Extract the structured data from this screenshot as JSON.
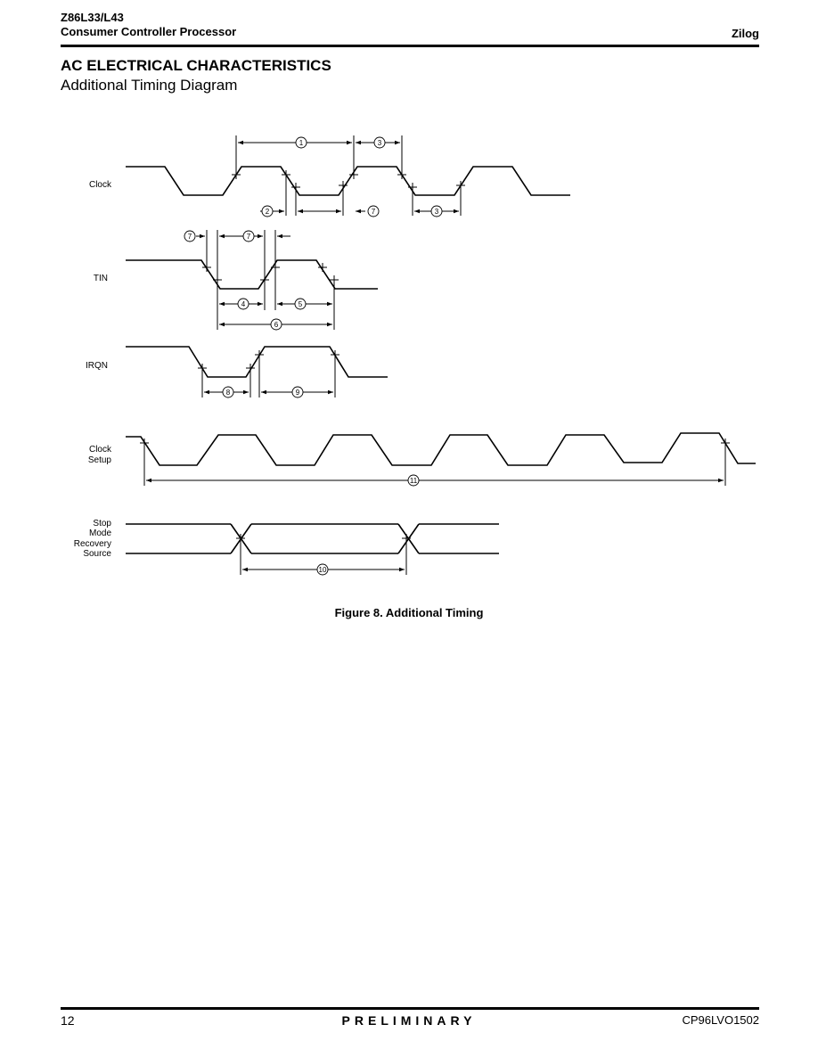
{
  "header": {
    "part_number": "Z86L33/L43",
    "product_name": "Consumer Controller Processor",
    "brand": "Zilog"
  },
  "section": {
    "title": "AC ELECTRICAL CHARACTERISTICS",
    "subtitle": "Additional Timing Diagram"
  },
  "signals": {
    "clock": "Clock",
    "tin": "TIN",
    "irqn": "IRQN",
    "clock_setup": [
      "Clock",
      "Setup"
    ],
    "stop_mode": [
      "Stop",
      "Mode",
      "Recovery",
      "Source"
    ]
  },
  "timing_params": {
    "p1": "1",
    "p2": "2",
    "p3": "3",
    "p4": "4",
    "p5": "5",
    "p6": "6",
    "p7": "7",
    "p8": "8",
    "p9": "9",
    "p10": "10",
    "p11": "11"
  },
  "figure_caption": "Figure 8.  Additional Timing",
  "footer": {
    "page_number": "12",
    "status": "PRELIMINARY",
    "doc_code": "CP96LVO1502"
  }
}
